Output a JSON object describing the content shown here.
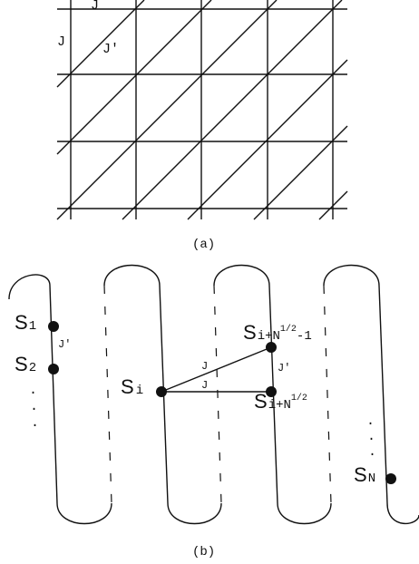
{
  "panel_a": {
    "caption": "(a)",
    "labels": {
      "j_top": "J",
      "j_left": "J",
      "j_prime": "J'"
    }
  },
  "panel_b": {
    "caption": "(b)",
    "labels": {
      "s1": "S",
      "s1_sub": "1",
      "s2": "S",
      "s2_sub": "2",
      "si": "S",
      "si_sub": "i",
      "si_n_minus": "S",
      "si_n_minus_sub": "i+N",
      "si_n_minus_sup": "1/2",
      "si_n_minus_tail": "-1",
      "si_n": "S",
      "si_n_sub": "i+N",
      "si_n_sup": "1/2",
      "sn": "S",
      "sn_sub": "N",
      "jp_chain": "J'",
      "j_upper": "J",
      "j_lower": "J",
      "jp_mid": "J'",
      "dots": "."
    }
  }
}
